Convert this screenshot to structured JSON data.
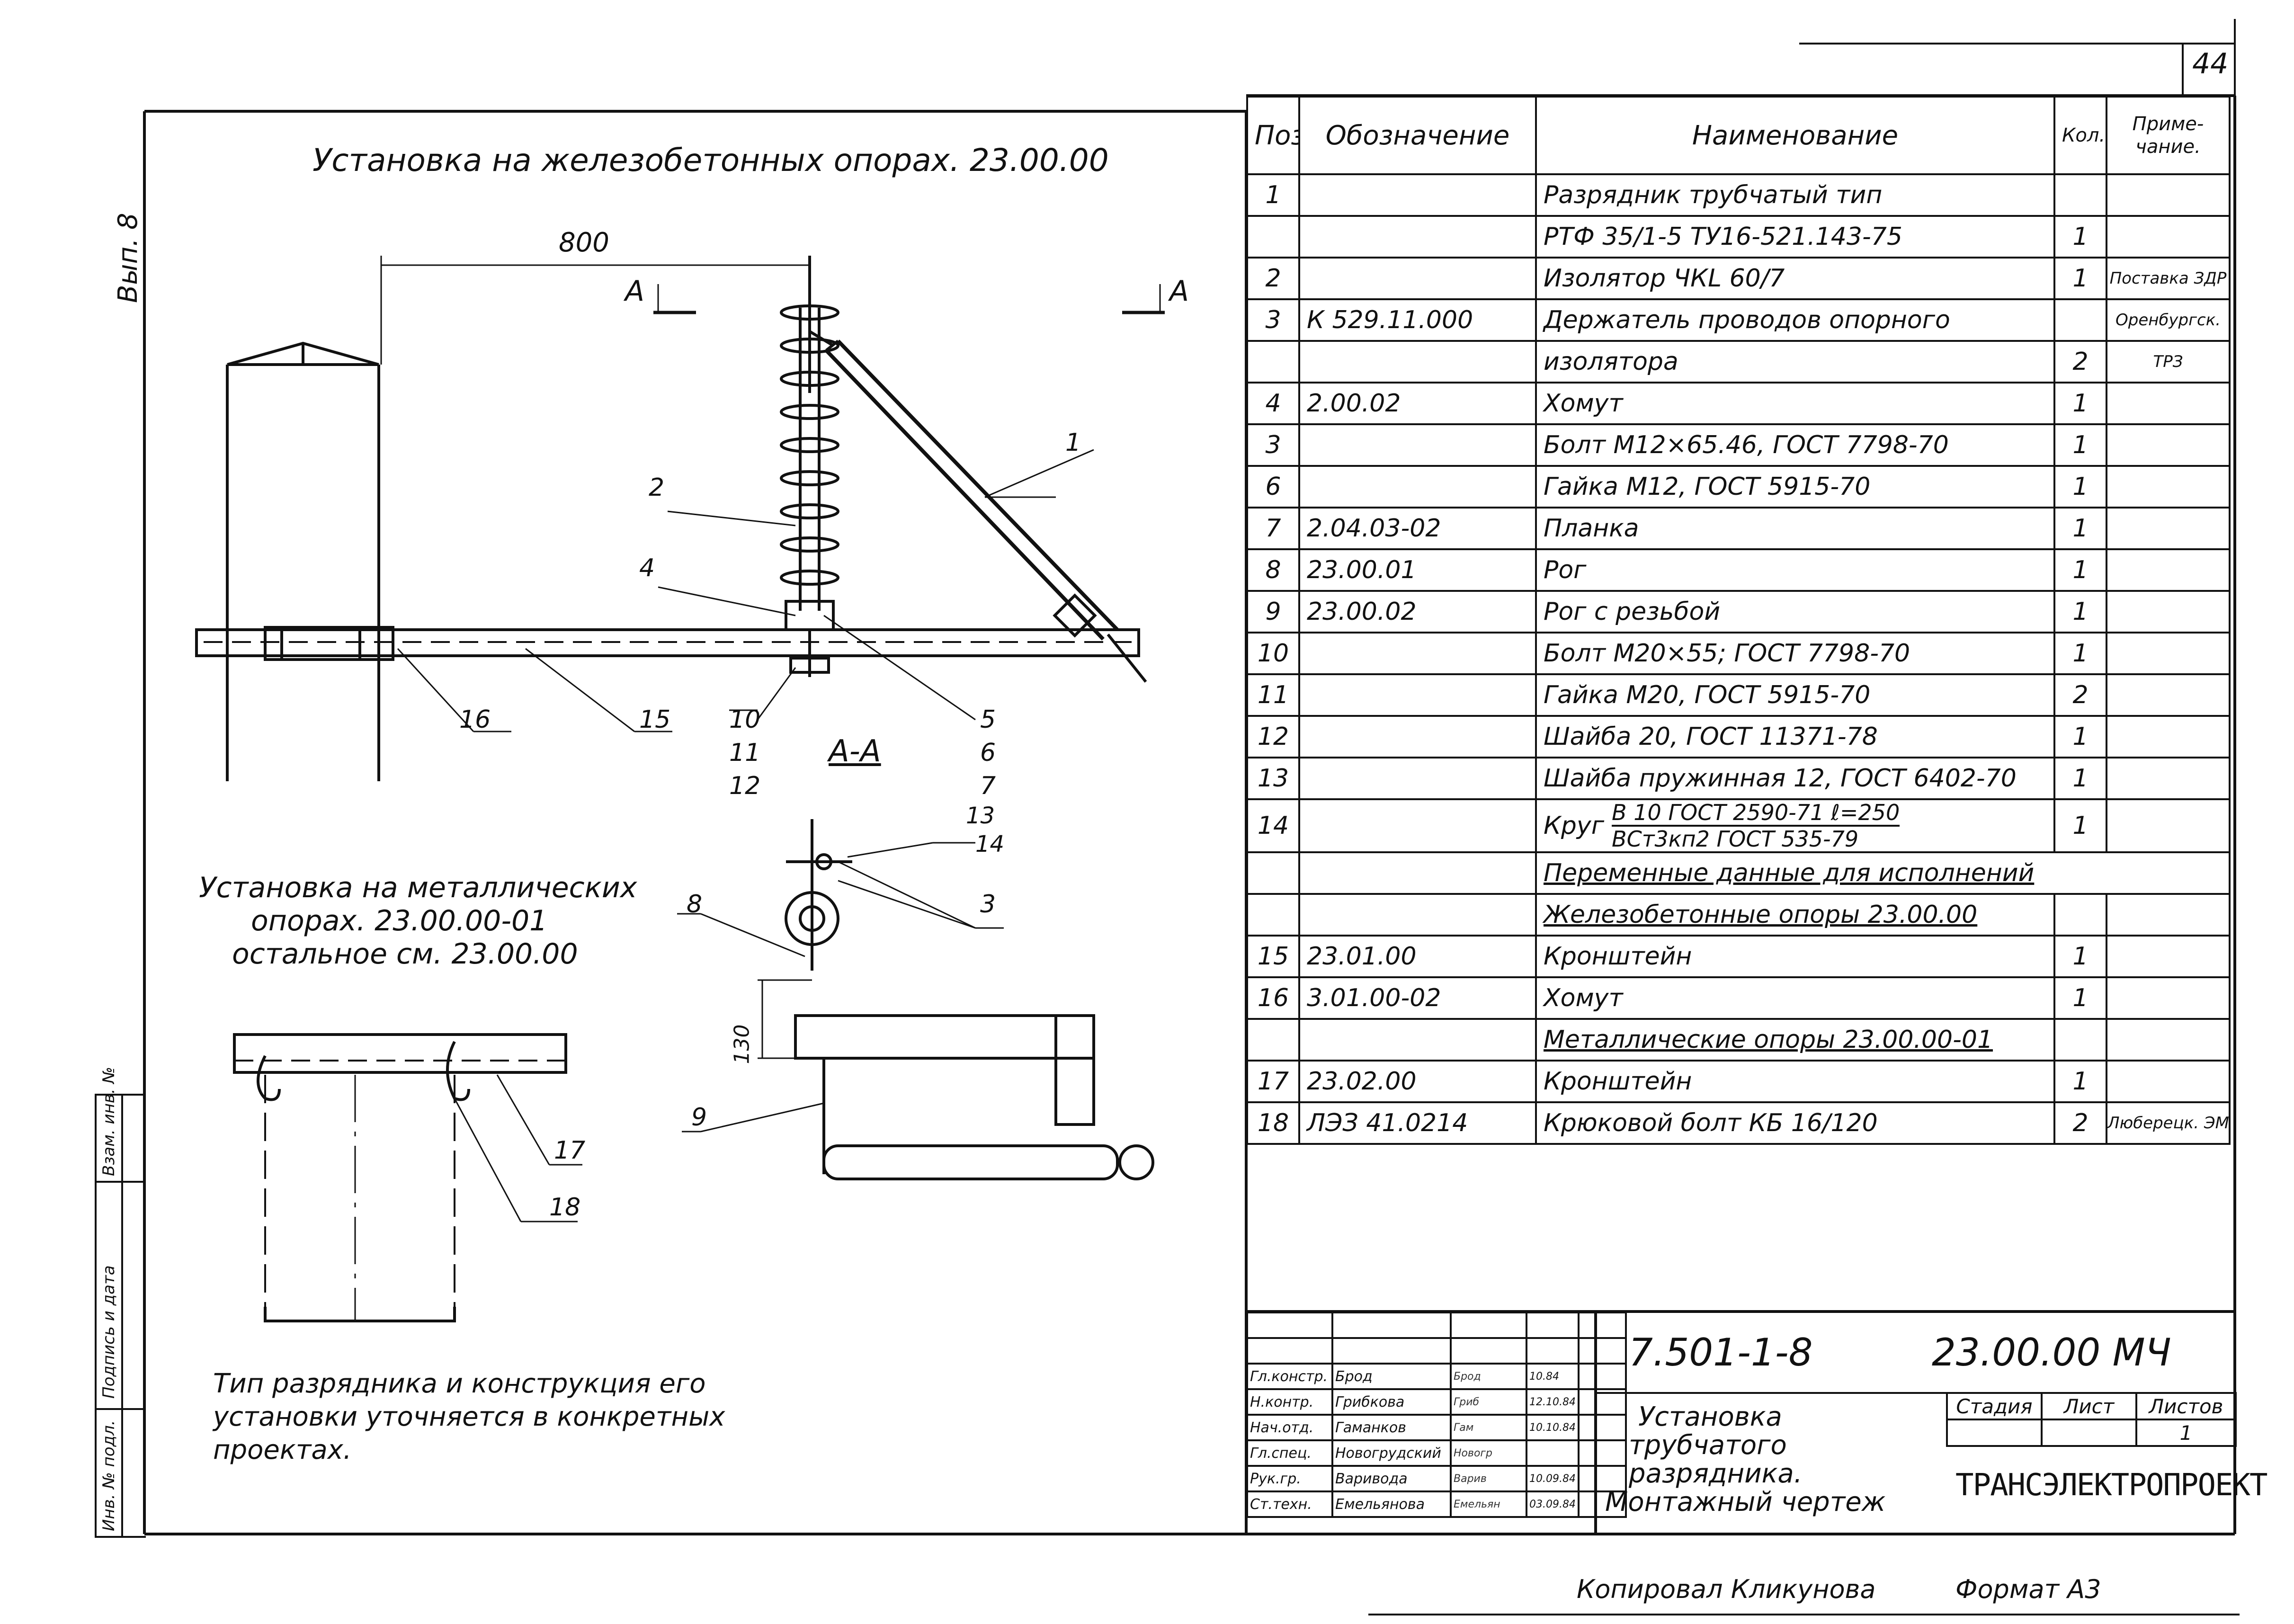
{
  "page_number": "44",
  "issue_label": "Вып. 8",
  "main_view": {
    "title": "Установка на железобетонных опорах. 23.00.00",
    "dim_800": "800",
    "section_left": "А",
    "section_right": "А",
    "callouts": [
      "1",
      "2",
      "4",
      "16",
      "15",
      "10",
      "11",
      "12",
      "5",
      "6",
      "7",
      "13",
      "14"
    ]
  },
  "section_view": {
    "title": "А-А",
    "dim_130": "130",
    "callouts": [
      "8",
      "3",
      "9"
    ]
  },
  "metal_view": {
    "title_line1": "Установка на металлических",
    "title_line2": "опорах.  23.00.00-01",
    "title_line3": "остальное см. 23.00.00",
    "callouts": [
      "17",
      "18"
    ]
  },
  "note": {
    "line1": "Тип разрядника  и  конструкция его",
    "line2": "установки  уточняется в  конкретных",
    "line3": "проектах."
  },
  "spec_table": {
    "headers": [
      "Поз.",
      "Обозначение",
      "Наименование",
      "Кол.",
      "Приме-чание."
    ],
    "rows": [
      {
        "pos": "1",
        "code": "",
        "name": "Разрядник трубчатый тип",
        "qty": "",
        "note": ""
      },
      {
        "pos": "",
        "code": "",
        "name": "РТФ 35/1-5 ТУ16-521.143-75",
        "qty": "1",
        "note": ""
      },
      {
        "pos": "2",
        "code": "",
        "name": "Изолятор  ЧКL 60/7",
        "qty": "1",
        "note": "Поставка ЗДР"
      },
      {
        "pos": "3",
        "code": "К 529.11.000",
        "name": "Держатель проводов опорного",
        "qty": "",
        "note": "Оренбургск."
      },
      {
        "pos": "",
        "code": "",
        "name": "изолятора",
        "qty": "2",
        "note": "ТРЗ"
      },
      {
        "pos": "4",
        "code": "2.00.02",
        "name": "Хомут",
        "qty": "1",
        "note": ""
      },
      {
        "pos": "3",
        "code": "",
        "name": "Болт М12×65.46, ГОСТ 7798-70",
        "qty": "1",
        "note": ""
      },
      {
        "pos": "6",
        "code": "",
        "name": "Гайка М12,    ГОСТ 5915-70",
        "qty": "1",
        "note": ""
      },
      {
        "pos": "7",
        "code": "2.04.03-02",
        "name": "Планка",
        "qty": "1",
        "note": ""
      },
      {
        "pos": "8",
        "code": "23.00.01",
        "name": "Рог",
        "qty": "1",
        "note": ""
      },
      {
        "pos": "9",
        "code": "23.00.02",
        "name": "Рог с резьбой",
        "qty": "1",
        "note": ""
      },
      {
        "pos": "10",
        "code": "",
        "name": "Болт М20×55; ГОСТ 7798-70",
        "qty": "1",
        "note": ""
      },
      {
        "pos": "11",
        "code": "",
        "name": "Гайка М20,    ГОСТ 5915-70",
        "qty": "2",
        "note": ""
      },
      {
        "pos": "12",
        "code": "",
        "name": "Шайба 20,    ГОСТ 11371-78",
        "qty": "1",
        "note": ""
      },
      {
        "pos": "13",
        "code": "",
        "name": "Шайба пружинная  12, ГОСТ 6402-70",
        "qty": "1",
        "note": ""
      },
      {
        "pos": "14",
        "code": "",
        "name_prefix": "Круг",
        "name_top": "В 10 ГОСТ 2590-71     ℓ=250",
        "name_bottom": "ВСт3кп2 ГОСТ 535-79",
        "qty": "1",
        "note": ""
      },
      {
        "pos": "",
        "code": "",
        "name": "Переменные данные для исполнений",
        "qty": "",
        "note": "",
        "span": true
      },
      {
        "pos": "",
        "code": "",
        "name": "Железобетонные опоры 23.00.00",
        "qty": "",
        "note": ""
      },
      {
        "pos": "15",
        "code": "23.01.00",
        "name": "Кронштейн",
        "qty": "1",
        "note": ""
      },
      {
        "pos": "16",
        "code": "3.01.00-02",
        "name": "Хомут",
        "qty": "1",
        "note": ""
      },
      {
        "pos": "",
        "code": "",
        "name": "Металлические опоры  23.00.00-01",
        "qty": "",
        "note": ""
      },
      {
        "pos": "17",
        "code": "23.02.00",
        "name": "Кронштейн",
        "qty": "1",
        "note": ""
      },
      {
        "pos": "18",
        "code": "ЛЭЗ 41.0214",
        "name": "Крюковой болт КБ 16/120",
        "qty": "2",
        "note": "Люберецк. ЭМЗ"
      }
    ]
  },
  "title_block": {
    "doc_number": "7.501-1-8",
    "code": "23.00.00 МЧ",
    "title_line1": "Установка",
    "title_line2": "трубчатого",
    "title_line3": "разрядника.",
    "title_line4": "Монтажный  чертеж",
    "stage_label": "Стадия",
    "sheet_label": "Лист",
    "sheets_label": "Листов",
    "sheets_value": "1",
    "organization": "ТРАНСЭЛЕКТРОПРОЕКТ",
    "signatures": [
      {
        "role": "Гл.констр.",
        "name": "Брод",
        "date": "10.84"
      },
      {
        "role": "Н.контр.",
        "name": "Грибкова",
        "date": "12.10.84"
      },
      {
        "role": "Нач.отд.",
        "name": "Гаманков",
        "date": "10.10.84"
      },
      {
        "role": "Гл.спец.",
        "name": "Новогрудский",
        "date": ""
      },
      {
        "role": "Рук.гр.",
        "name": "Варивода",
        "date": "10.09.84"
      },
      {
        "role": "Ст.техн.",
        "name": "Емельянова",
        "date": "03.09.84"
      }
    ],
    "sign_marks": [
      "Брод",
      "Гриб",
      "Гам",
      "Новогр",
      "Варив",
      "Емельян"
    ]
  },
  "left_strip": {
    "cells": [
      "Инв. № подл.",
      "Подпись и дата",
      "Взам. инв. №"
    ]
  },
  "footer": {
    "copied": "Копировал Кликунова",
    "format": "Формат А3"
  }
}
